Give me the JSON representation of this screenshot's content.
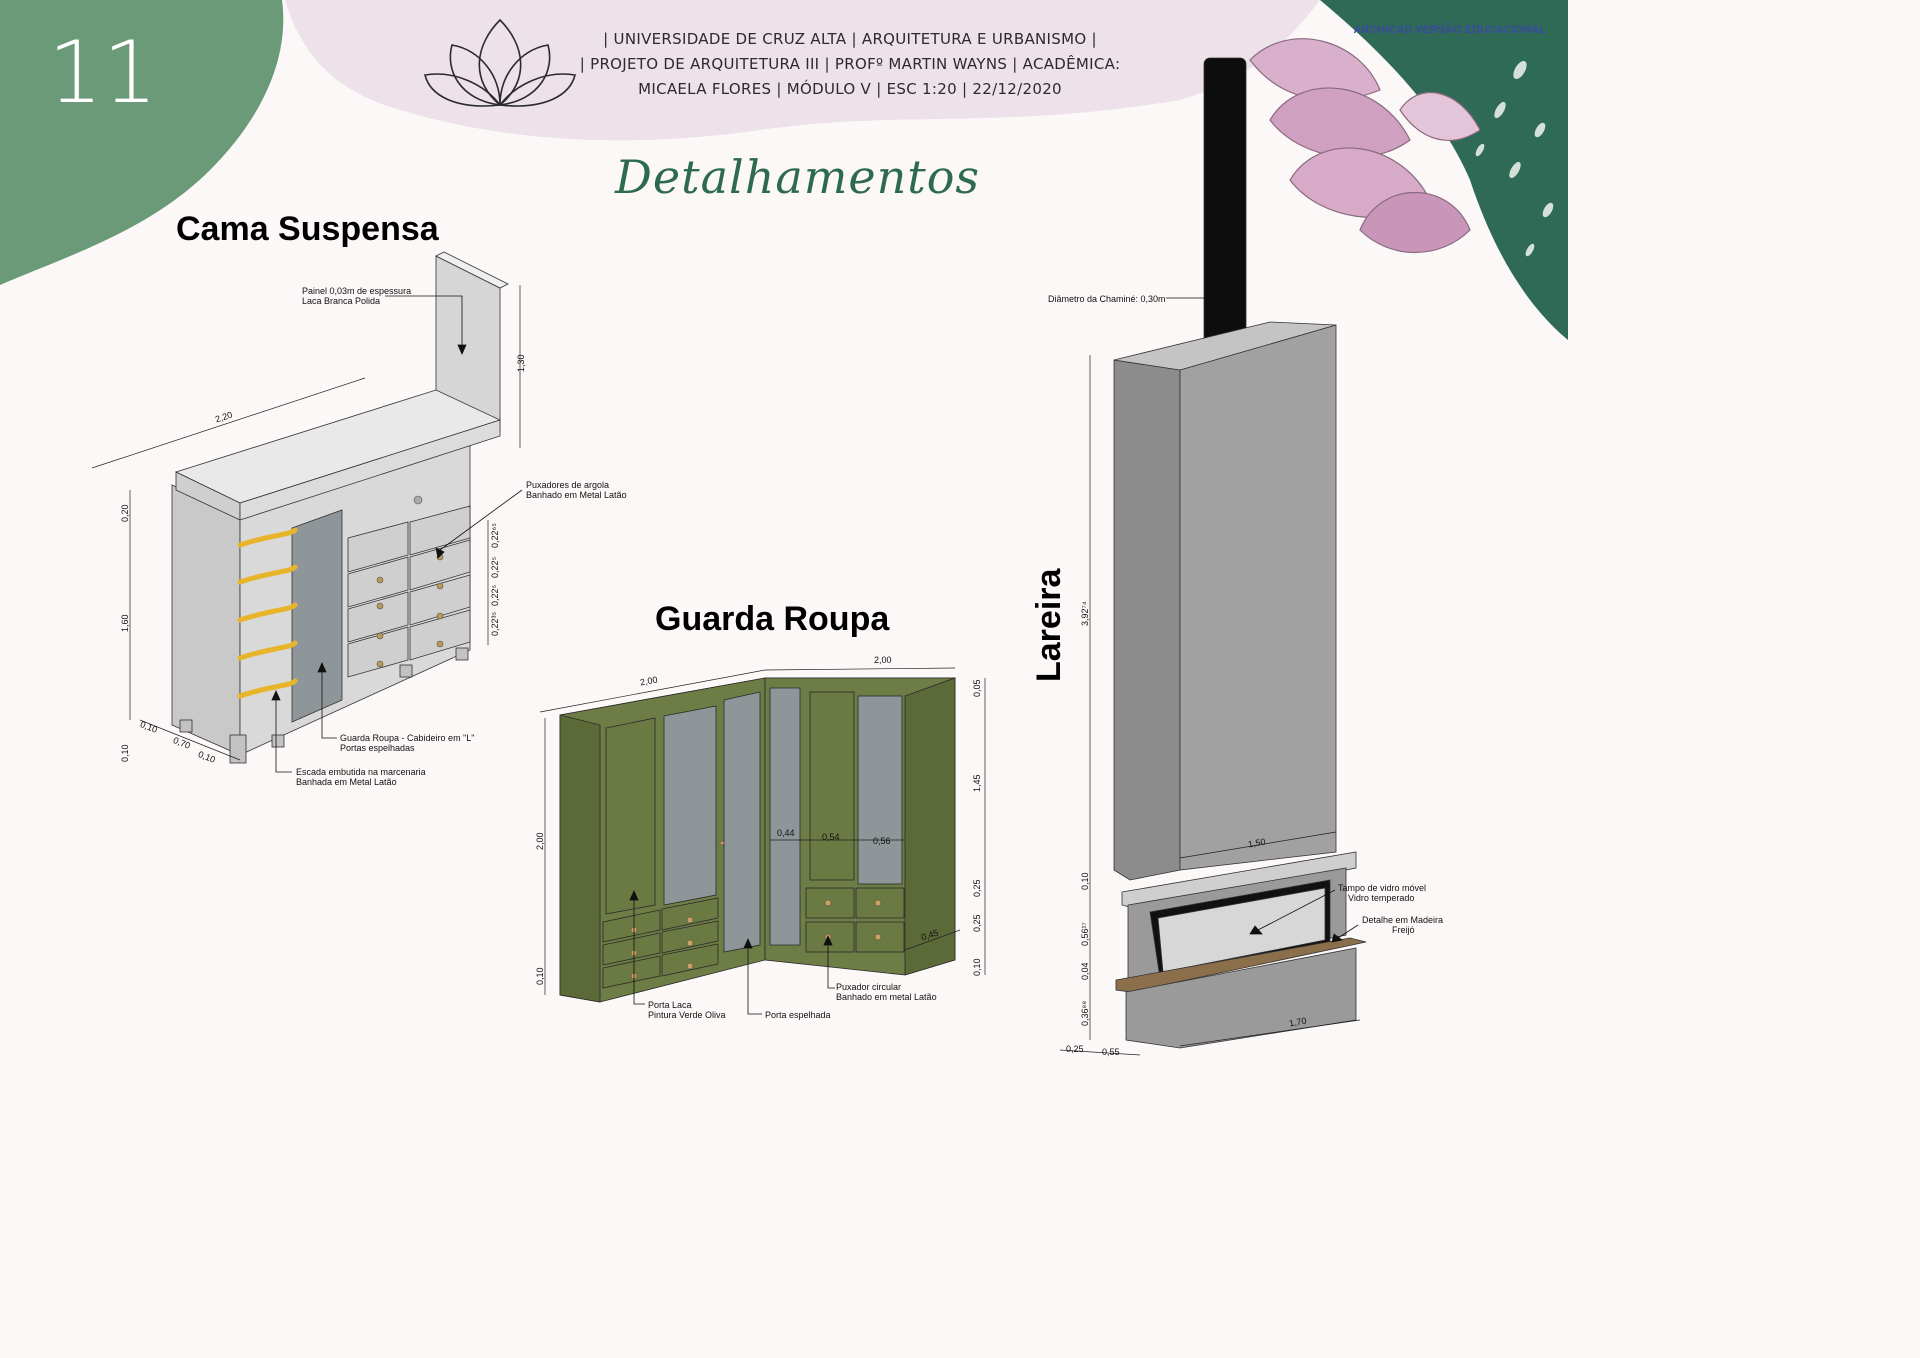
{
  "page_number": "11",
  "header_lines": [
    "| UNIVERSIDADE DE CRUZ ALTA | ARQUITETURA E URBANISMO |",
    "| PROJETO DE ARQUITETURA III | PROFº MARTIN WAYNS | ACADÊMICA:",
    "MICAELA FLORES | MÓDULO V | ESC 1:20 | 22/12/2020"
  ],
  "section_title": "Detalhamentos",
  "watermark": "ARCHICAD VERSÃO EDUCACIONAL",
  "colors": {
    "green_corner": "#6b9a79",
    "dark_green": "#2f6a57",
    "header_pink": "#ede2ea",
    "wardrobe_green": "#6e7d45",
    "brass": "#e8b52a"
  },
  "bed": {
    "title": "Cama Suspensa",
    "notes": {
      "panel": [
        "Painel 0,03m de espessura",
        "Laca Branca Polida"
      ],
      "handles": [
        "Puxadores de argola",
        "Banhado em Metal Latão"
      ],
      "wardrobe": [
        "Guarda Roupa - Cabideiro em \"L\"",
        "Portas espelhadas"
      ],
      "ladder": [
        "Escada embutida na marcenaria",
        "Banhada em Metal Latão"
      ]
    },
    "dims": {
      "width": "2,20",
      "panel_h": "1,30",
      "top": "0,20",
      "height": "1,60",
      "base": "0,10",
      "d1": "0,10",
      "d2": "0,70",
      "d3": "0,10",
      "dr1": "0,22⁶⁵",
      "dr2": "0,22⁵",
      "dr3": "0,22⁵",
      "dr4": "0,22³⁵"
    }
  },
  "wardrobe": {
    "title": "Guarda Roupa",
    "notes": {
      "door": [
        "Porta Laca",
        "Pintura Verde Oliva"
      ],
      "mirror": [
        "Porta espelhada"
      ],
      "knob": [
        "Puxador circular",
        "Banhado em metal Latão"
      ]
    },
    "dims": {
      "w_left": "2,00",
      "w_right": "2,00",
      "height": "2,00",
      "base": "0,10",
      "top": "0,05",
      "upper": "1,45",
      "mid1": "0,25",
      "mid2": "0,25",
      "low": "0,10",
      "depth": "0,45",
      "c1": "0,44",
      "c2": "0,54",
      "c3": "0,56"
    }
  },
  "fireplace": {
    "title": "Lareira",
    "notes": {
      "chimney": [
        "Diâmetro da Chaminé: 0,30m"
      ],
      "glass": [
        "Tampo de vidro móvel",
        "Vidro temperado"
      ],
      "wood": [
        "Detalhe em Madeira",
        "Freijó"
      ]
    },
    "dims": {
      "total_h": "3,92⁷⁴",
      "shelf": "1,50",
      "width": "1,70",
      "h1": "0,10",
      "h2": "0,56¹⁷",
      "h3": "0,04",
      "h4": "0,36⁸⁸",
      "d1": "0,25",
      "d2": "0,55"
    }
  }
}
